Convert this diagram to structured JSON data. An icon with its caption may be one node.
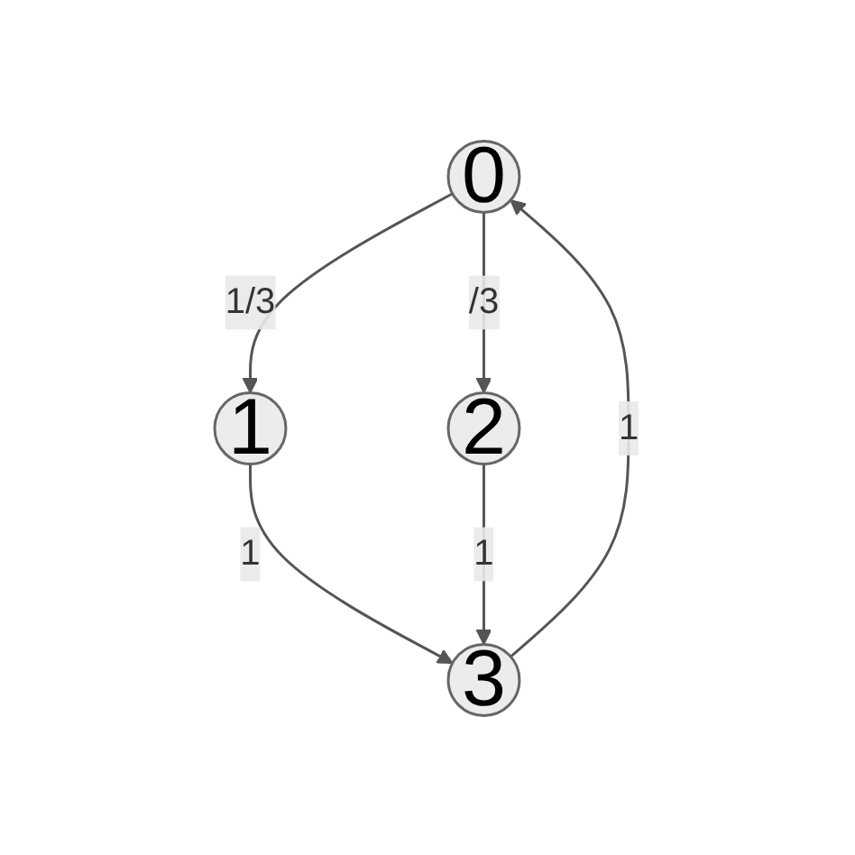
{
  "diagram": {
    "nodes": [
      {
        "text": [
          "0"
        ]
      },
      {
        "text": [
          "1"
        ]
      },
      {
        "text": [
          "2"
        ]
      },
      {
        "text": [
          "3"
        ]
      }
    ],
    "edges": [
      {
        "from": 0,
        "to": 1,
        "arrow": "to",
        "label": "1/3"
      },
      {
        "from": 0,
        "to": 2,
        "arrow": "to",
        "label": "/3"
      },
      {
        "from": 1,
        "to": 3,
        "arrow": "to",
        "label": "1"
      },
      {
        "from": 3,
        "to": 0,
        "arrow": "to",
        "label": "1"
      },
      {
        "from": 2,
        "to": 3,
        "arrow": "to",
        "label": "1"
      }
    ]
  }
}
